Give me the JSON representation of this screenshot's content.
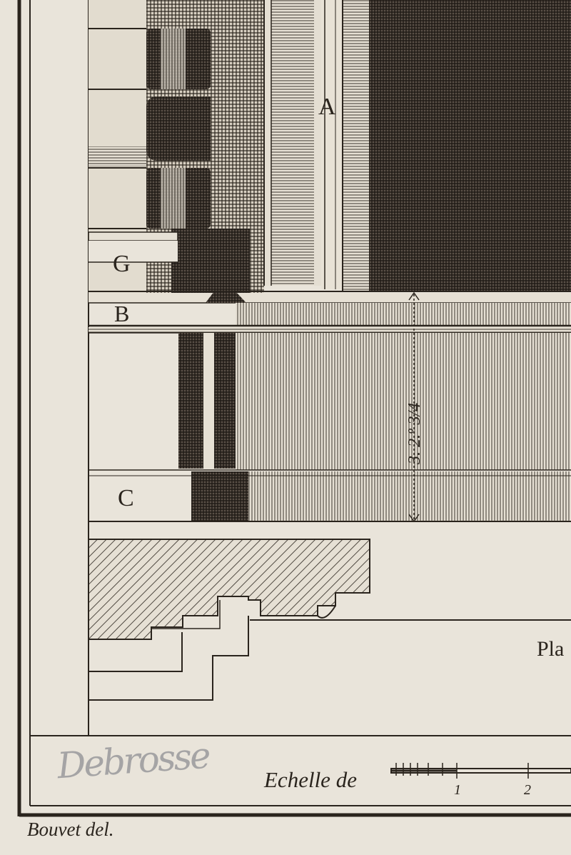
{
  "labels": {
    "a": "A",
    "g": "G",
    "b": "B",
    "c": "C",
    "plate_fragment": "Pla"
  },
  "dimension": {
    "text": "3. 2.º 3/4"
  },
  "scale": {
    "caption": "Echelle de",
    "ticks": [
      "1",
      "2"
    ]
  },
  "credits": {
    "engraver": "Bouvet del.",
    "signature": "Debrosse"
  },
  "colors": {
    "paper": "#e9e4da",
    "ink": "#2a241d",
    "dark_panel": "#3a332c"
  }
}
